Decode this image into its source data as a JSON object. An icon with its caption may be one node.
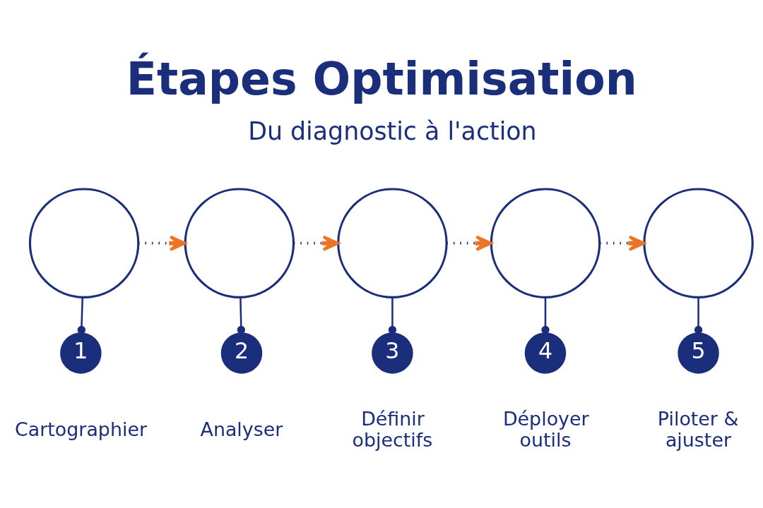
{
  "diagram": {
    "title": "Étapes Optimisation",
    "nodes": [
      {
        "text": [],
        "shape": "circle"
      },
      {
        "text": [],
        "shape": "circle"
      },
      {
        "text": [],
        "shape": "circle"
      },
      {
        "text": [],
        "shape": "circle"
      },
      {
        "text": [],
        "shape": "circle"
      },
      {
        "text": [
          "1"
        ],
        "beside": [
          "Cartographier"
        ]
      },
      {
        "text": [
          "2"
        ],
        "beside": [
          "Analyser"
        ]
      },
      {
        "text": [
          "3"
        ],
        "beside": [
          "Définir objectifs"
        ]
      },
      {
        "text": [
          "4"
        ],
        "beside": [
          "Déployer outils"
        ]
      },
      {
        "text": [
          "5"
        ],
        "beside": [
          "Piloter & ajuster"
        ]
      }
    ],
    "edges": [
      {
        "from": 0,
        "to": 1,
        "arrow": "to",
        "style": "dashed"
      },
      {
        "from": 1,
        "to": 2,
        "arrow": "to",
        "style": "dashed"
      },
      {
        "from": 2,
        "to": 3,
        "arrow": "to",
        "style": "dashed"
      },
      {
        "from": 3,
        "to": 4,
        "arrow": "to",
        "style": "dashed"
      },
      {
        "from": 0,
        "to": 5,
        "arrow": "other"
      },
      {
        "from": 1,
        "to": 6,
        "arrow": "other"
      },
      {
        "from": 2,
        "to": 7,
        "arrow": "other"
      },
      {
        "from": 3,
        "to": 8,
        "arrow": "other"
      },
      {
        "from": 4,
        "to": 9,
        "arrow": "other"
      }
    ],
    "labels": [
      "Du diagnostic à l'action"
    ]
  }
}
